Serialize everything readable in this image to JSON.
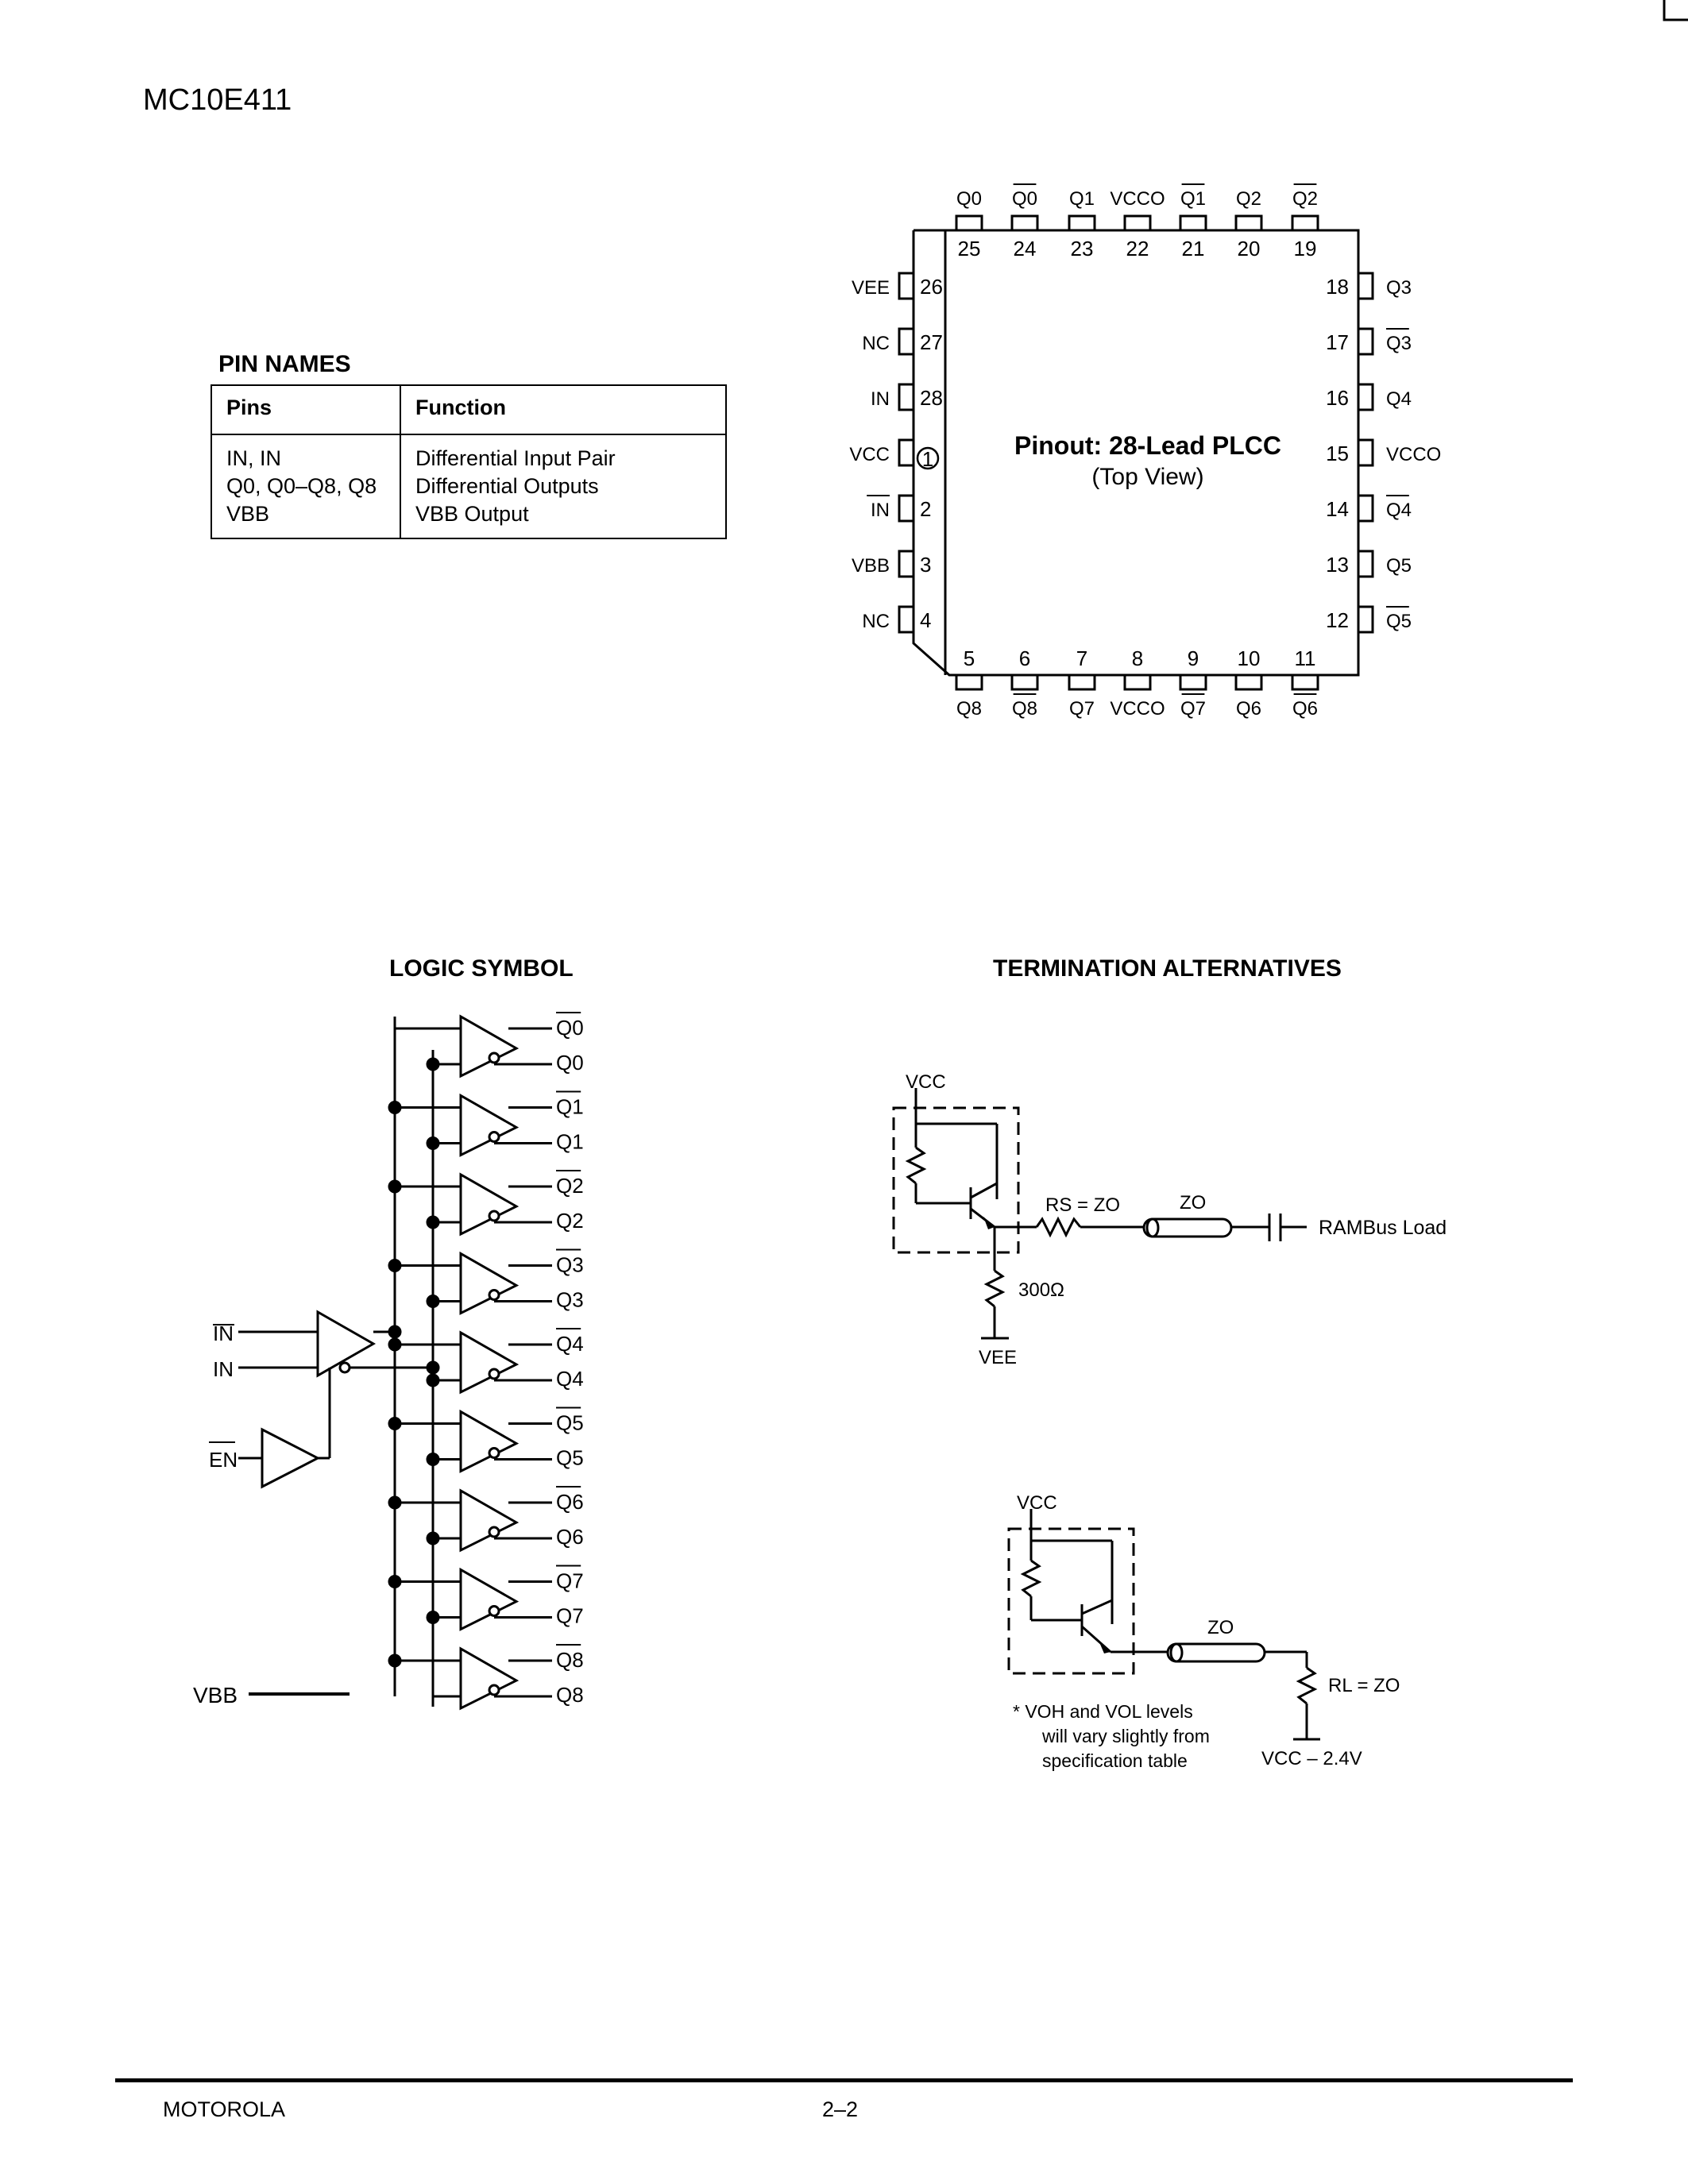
{
  "header": {
    "part_number": "MC10E411"
  },
  "pin_names": {
    "title": "PIN NAMES",
    "columns": [
      "Pins",
      "Function"
    ],
    "rows": [
      {
        "pins": "IN, IN",
        "function": "Differential Input Pair"
      },
      {
        "pins": "Q0, Q0–Q8, Q8",
        "function": "Differential Outputs"
      },
      {
        "pins": "VBB",
        "function": "VBB Output"
      }
    ]
  },
  "pinout": {
    "title": "Pinout: 28-Lead PLCC",
    "subtitle": "(Top View)",
    "top_pins": [
      {
        "num": "25",
        "label": "Q0",
        "bar": false
      },
      {
        "num": "24",
        "label": "Q0",
        "bar": true
      },
      {
        "num": "23",
        "label": "Q1",
        "bar": false
      },
      {
        "num": "22",
        "label": "VCCO",
        "bar": false
      },
      {
        "num": "21",
        "label": "Q1",
        "bar": true
      },
      {
        "num": "20",
        "label": "Q2",
        "bar": false
      },
      {
        "num": "19",
        "label": "Q2",
        "bar": true
      }
    ],
    "left_pins": [
      {
        "num": "26",
        "label": "VEE",
        "bar": false
      },
      {
        "num": "27",
        "label": "NC",
        "bar": false
      },
      {
        "num": "28",
        "label": "IN",
        "bar": false
      },
      {
        "num": "1",
        "label": "VCC",
        "bar": false
      },
      {
        "num": "2",
        "label": "IN",
        "bar": true
      },
      {
        "num": "3",
        "label": "VBB",
        "bar": false
      },
      {
        "num": "4",
        "label": "NC",
        "bar": false
      }
    ],
    "right_pins": [
      {
        "num": "18",
        "label": "Q3",
        "bar": false
      },
      {
        "num": "17",
        "label": "Q3",
        "bar": true
      },
      {
        "num": "16",
        "label": "Q4",
        "bar": false
      },
      {
        "num": "15",
        "label": "VCCO",
        "bar": false
      },
      {
        "num": "14",
        "label": "Q4",
        "bar": true
      },
      {
        "num": "13",
        "label": "Q5",
        "bar": false
      },
      {
        "num": "12",
        "label": "Q5",
        "bar": true
      }
    ],
    "bottom_pins": [
      {
        "num": "5",
        "label": "Q8",
        "bar": false
      },
      {
        "num": "6",
        "label": "Q8",
        "bar": true
      },
      {
        "num": "7",
        "label": "Q7",
        "bar": false
      },
      {
        "num": "8",
        "label": "VCCO",
        "bar": false
      },
      {
        "num": "9",
        "label": "Q7",
        "bar": true
      },
      {
        "num": "10",
        "label": "Q6",
        "bar": false
      },
      {
        "num": "11",
        "label": "Q6",
        "bar": true
      }
    ]
  },
  "logic_symbol": {
    "title": "LOGIC SYMBOL",
    "inputs": [
      "IN",
      "IN",
      "EN"
    ],
    "vbb_label": "VBB",
    "outputs": [
      "Q0",
      "Q1",
      "Q2",
      "Q3",
      "Q4",
      "Q5",
      "Q6",
      "Q7",
      "Q8"
    ]
  },
  "termination": {
    "title": "TERMINATION ALTERNATIVES",
    "circuit1": {
      "vcc": "VCC",
      "rs": "RS = ZO",
      "zo": "ZO",
      "load": "RAMBus Load",
      "resistor": "300Ω",
      "vee": "VEE"
    },
    "circuit2": {
      "vcc": "VCC",
      "zo": "ZO",
      "rl": "RL = ZO",
      "vtt": "VCC – 2.4V",
      "note": [
        "*   VOH and VOL levels",
        "will vary slightly from",
        "specification table"
      ]
    }
  },
  "footer": {
    "brand": "MOTOROLA",
    "page": "2–2"
  }
}
